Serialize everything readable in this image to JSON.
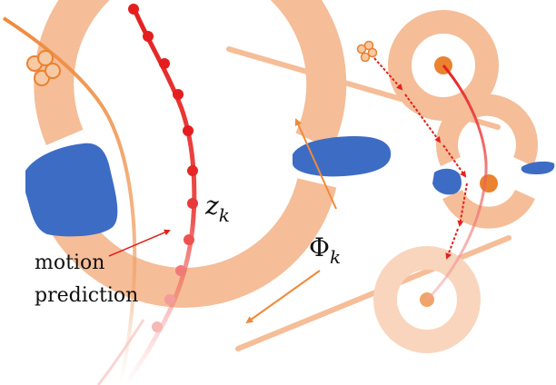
{
  "labels": {
    "state_symbol": "z",
    "state_subscript": "k",
    "transform_symbol": "Φ",
    "transform_subscript": "k",
    "motion_line1": "motion",
    "motion_line2": "prediction"
  },
  "colors": {
    "ring": "#f5bd98",
    "ring_light": "#f9d5bd",
    "blob": "#3d6cc4",
    "trajectory": "#e41e1e",
    "trajectory_light": "#f4a3a0",
    "orange_path": "#ef8a3c",
    "dot_orange": "#ea8230",
    "arrow_red": "#e4201d"
  },
  "icons": {
    "cluster": "molecule-cluster-icon"
  }
}
